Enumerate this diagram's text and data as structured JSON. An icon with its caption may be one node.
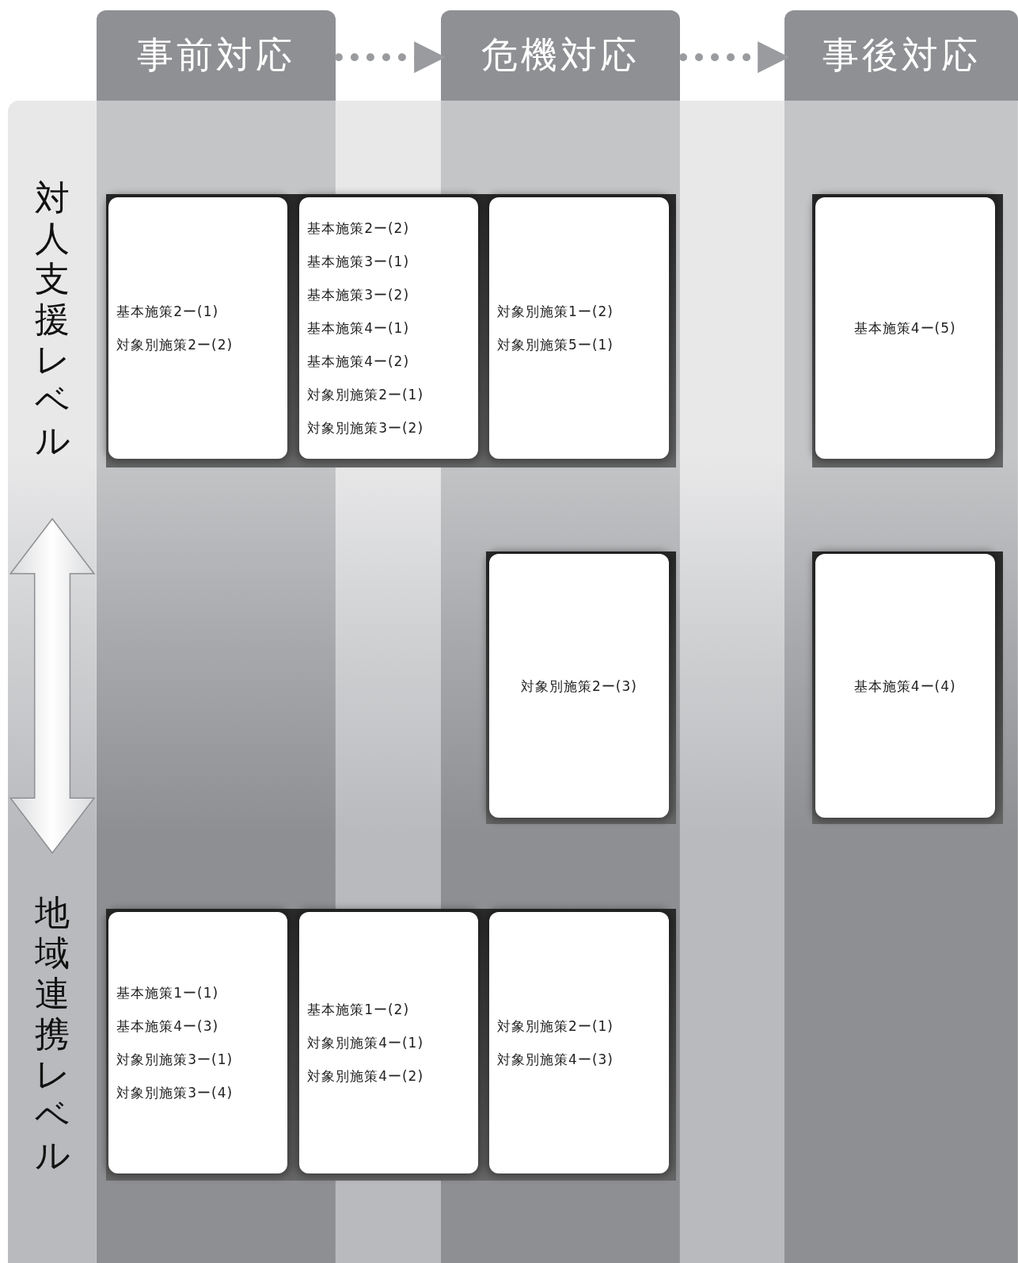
{
  "diagram": {
    "nodes": [
      {
        "text": [
          "事前対応"
        ]
      },
      {
        "text": [
          "危機対応"
        ]
      },
      {
        "text": [
          "事後対応"
        ]
      },
      {
        "text": [
          "対人支援レベル"
        ]
      },
      {
        "text": [
          "基本施策2ー(1)",
          "対象別施策2ー(2)"
        ]
      },
      {
        "text": [
          "基本施策2ー(2)",
          "基本施策3ー(1)",
          "基本施策3ー(2)",
          "基本施策4ー(1)",
          "基本施策4ー(2)",
          "対象別施策2ー(1)",
          "対象別施策3ー(2)"
        ]
      },
      {
        "text": [
          "対象別施策1ー(2)",
          "対象別施策5ー(1)"
        ]
      },
      {
        "text": [
          "基本施策4ー(5)"
        ]
      },
      {
        "text": [
          "対象別施策2ー(3)"
        ]
      },
      {
        "text": [
          "基本施策4ー(4)"
        ]
      },
      {
        "text": [
          "地域連携レベル"
        ]
      },
      {
        "text": [
          "基本施策1ー(1)",
          "基本施策4ー(3)",
          "対象別施策3ー(1)",
          "対象別施策3ー(4)"
        ]
      },
      {
        "text": [
          "基本施策1ー(2)",
          "対象別施策4ー(1)",
          "対象別施策4ー(2)"
        ]
      },
      {
        "text": [
          "対象別施策2ー(1)",
          "対象別施策4ー(3)"
        ]
      }
    ],
    "edges": [
      {
        "from": 0,
        "to": 1,
        "arrow": "to"
      },
      {
        "from": 1,
        "to": 2,
        "arrow": "to"
      },
      {
        "from": 3,
        "to": 10,
        "arrow": "both"
      }
    ]
  }
}
